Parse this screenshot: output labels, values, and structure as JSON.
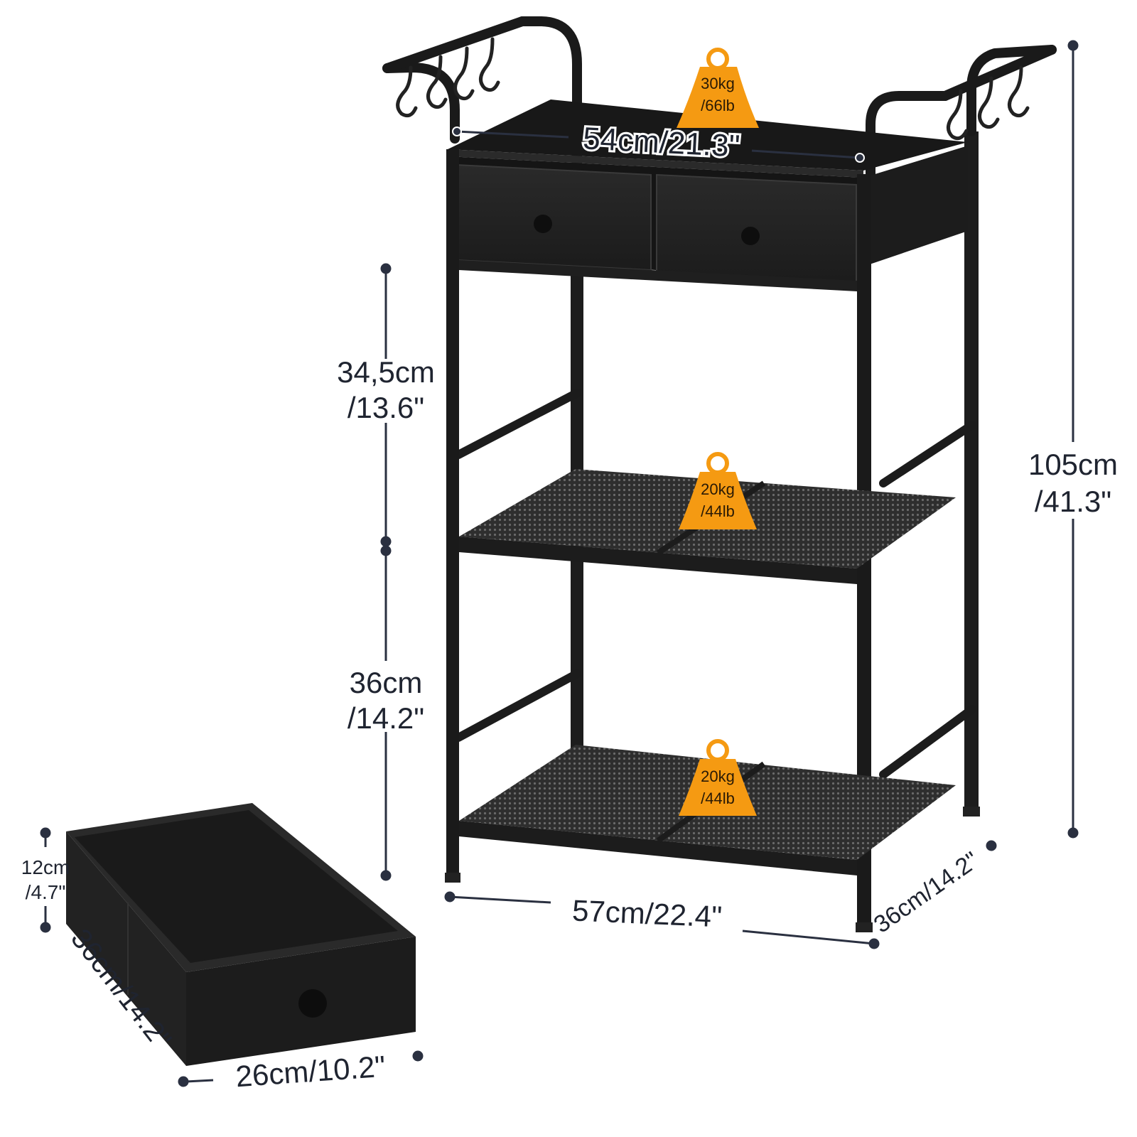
{
  "colors": {
    "frame": "#1a1a1a",
    "drawer_fabric": "#222222",
    "mesh": "#2b2b2b",
    "dimension_line": "#2a3040",
    "dimension_text": "#1f2430",
    "weight_badge": "#f59a12"
  },
  "dimensions": {
    "top_width": "54cm/21.3\"",
    "base_width": "57cm/22.4\"",
    "depth": "36cm/14.2\"",
    "total_height_cm": "105cm",
    "total_height_in": "/41.3\"",
    "upper_gap_cm": "34,5cm",
    "upper_gap_in": "/13.6\"",
    "lower_gap_cm": "36cm",
    "lower_gap_in": "/14.2\"",
    "drawer_height_cm": "12cm",
    "drawer_height_in": "/4.7\"",
    "drawer_depth": "36cm/14.2\"",
    "drawer_width": "26cm/10.2\""
  },
  "weights": {
    "top_kg": "30kg",
    "top_lb": "/66lb",
    "middle_kg": "20kg",
    "middle_lb": "/44lb",
    "bottom_kg": "20kg",
    "bottom_lb": "/44lb"
  },
  "icons": {
    "weight": "weight-badge-icon",
    "hook": "s-hook-icon",
    "knob": "drawer-knob-icon"
  }
}
